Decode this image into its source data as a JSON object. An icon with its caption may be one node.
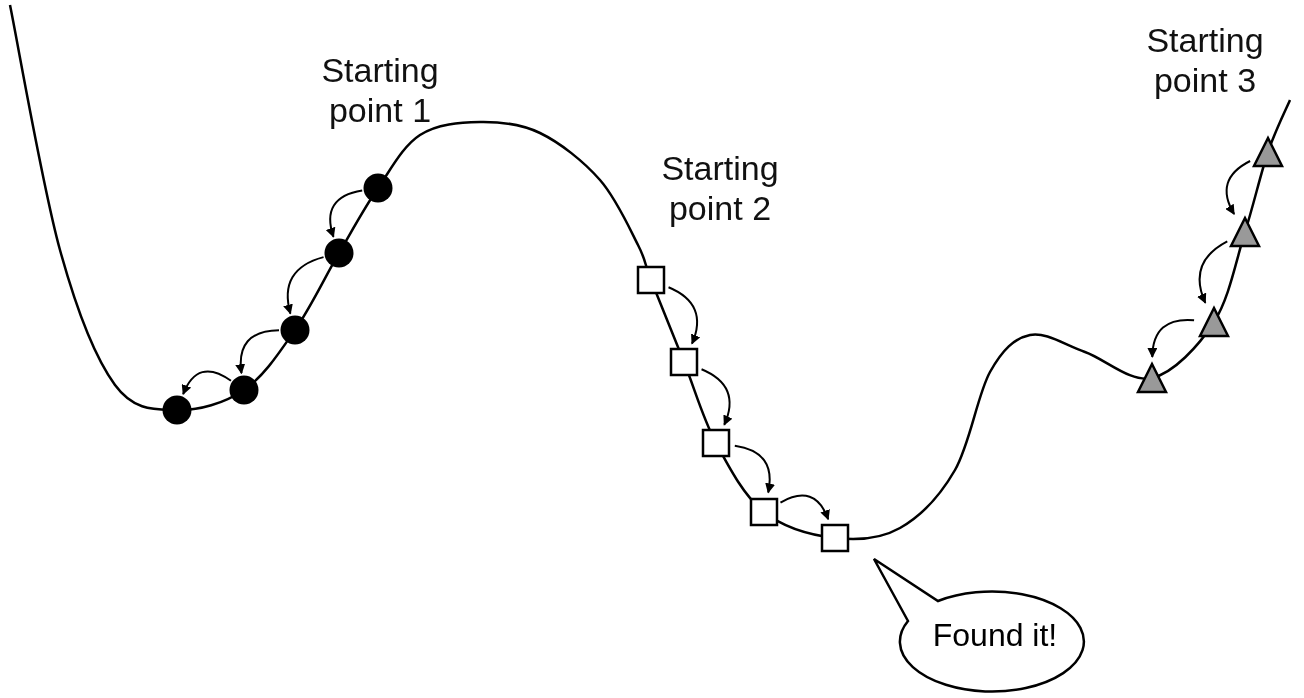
{
  "diagram": {
    "nodes": [
      {
        "text": [],
        "shape": "circle"
      },
      {
        "text": [],
        "shape": "circle"
      },
      {
        "text": [],
        "shape": "circle"
      },
      {
        "text": [],
        "shape": "circle"
      },
      {
        "text": [],
        "shape": "circle"
      },
      {
        "text": [],
        "shape": "box"
      },
      {
        "text": [],
        "shape": "box"
      },
      {
        "text": [],
        "shape": "box"
      },
      {
        "text": [],
        "shape": "box"
      },
      {
        "text": [],
        "shape": "box"
      },
      {
        "text": [],
        "shape": "triangle"
      },
      {
        "text": [],
        "shape": "triangle"
      },
      {
        "text": [],
        "shape": "triangle"
      },
      {
        "text": [],
        "shape": "triangle"
      },
      {
        "text": [
          "Found it!"
        ]
      }
    ],
    "edges": [
      {
        "from": 4,
        "to": 3,
        "arrow": "to"
      },
      {
        "from": 3,
        "to": 2,
        "arrow": "to"
      },
      {
        "from": 2,
        "to": 1,
        "arrow": "to"
      },
      {
        "from": 1,
        "to": 0,
        "arrow": "to"
      },
      {
        "from": 5,
        "to": 6,
        "arrow": "to"
      },
      {
        "from": 6,
        "to": 7,
        "arrow": "to"
      },
      {
        "from": 7,
        "to": 8,
        "arrow": "to"
      },
      {
        "from": 8,
        "to": 9,
        "arrow": "to"
      },
      {
        "from": 13,
        "to": 12,
        "arrow": "to"
      },
      {
        "from": 12,
        "to": 11,
        "arrow": "to"
      },
      {
        "from": 11,
        "to": 10,
        "arrow": "to"
      }
    ],
    "labels": [
      "Starting point 1",
      "Starting point 2",
      "Starting point 3"
    ]
  }
}
